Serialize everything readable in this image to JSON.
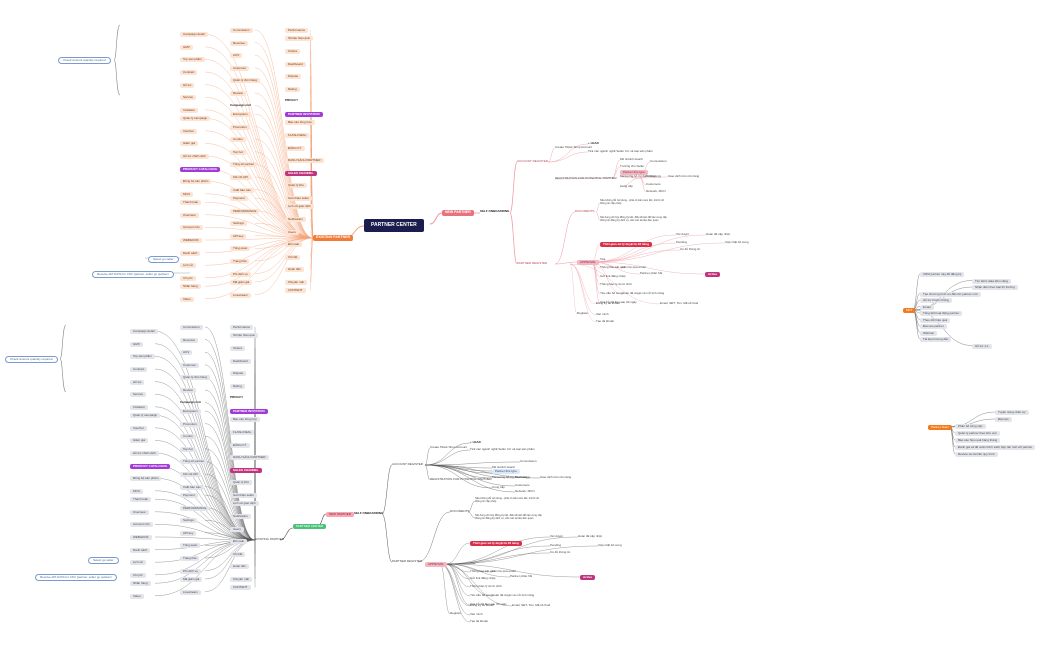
{
  "center": {
    "label": "PARTNER CENTER"
  },
  "colors": {
    "center_bg": "#1b1d4e",
    "existing": "#f47a3a",
    "new_partner": "#e8727e",
    "alt_root": "#4cc17a",
    "marketing_orange": "#f47a1e",
    "lines_orange": "#f5a37a",
    "lines_pink": "#ee97a3",
    "lines_gray": "#555555"
  },
  "top": {
    "existing_partner": "EXISTING PARTNER",
    "new_partner": "NEW PARTNER",
    "self_onboarding": "SELF ONBOARDING",
    "account_register": "ACCOUNT REGISTER",
    "partner_register": "PARTNER REGISTER",
    "account_items": [
      "Create Tiktok Shop Account",
      "+ LEAD",
      "Tick các ngành nghề Seller CC và loại sản phẩm",
      "REGISTRATION FOR POTENTIAL PARTNER",
      "Mô tả kinh doanh",
      "Trường cho Seller",
      "Partner this type",
      "Commission",
      "Marketing hỗ trợ bán hàng",
      "Technology",
      "Giao dịch trên nền tảng",
      "Cung cấp",
      "Customers",
      "Network, MCN"
    ],
    "documents": "DOCUMENTS",
    "doc_items": [
      "Nếu không đủ nội dung - phải có bản cam kết, trả lời về thông tin cấp phép",
      "Nội dung về hợp đồng ký kết, điều khoản đối tác cung cấp thông tin đăng ký dịch vụ, cần các tài liệu liên quan"
    ],
    "approval": "APPROVAL",
    "approval_items": [
      "Thời gian xử lý duyệt là 48 tiếng",
      "Xét duyệt",
      "Hoàn tất cập nhật",
      "Pending",
      "Có đủ thông tin",
      "Cập nhật bổ sung",
      "Xóa",
      "Thông báo kết quả",
      "Liên hệ qua email",
      "Gửi link đăng nhập",
      "Partner phản hồi",
      "Thông báo lý do từ chối",
      "Yêu cầu bổ sung",
      "Hoàn tất duyệt và mở tính năng",
      "Active",
      "Xóa bỏ dữ liệu sau 30 ngày"
    ],
    "register_items": [
      "Register",
      "Đăng ký tài khoản",
      "Tạo tài khoản",
      "Email, SĐT, Tên, Mã số thuế",
      "Xác minh"
    ],
    "existing_items": [
      "Performance",
      "Commission",
      "Campaign detail",
      "Số liệu hiệu quả",
      "Revenue",
      "GMV",
      "Orders",
      "AOV",
      "Top sản phẩm",
      "Dashboard",
      "Customer",
      "Contract",
      "Dispute",
      "Quản lý đơn hàng",
      "Hỗ trợ",
      "Rating",
      "Review",
      "Service",
      "PRIVACY",
      "Campaign mới",
      "Invitation",
      "PARTNER INVITATION",
      "Ecosystem",
      "Quản lý campaign",
      "Báo cáo tổng hợp",
      "Promotion",
      "Voucher",
      "FLASH DEAL",
      "Combo",
      "Giảm giá",
      "ĐĂNG KÝ",
      "Top hot",
      "Hỗ trợ chiến dịch",
      "DANH SÁCH PARTNER",
      "Tổng số partner",
      "PRODUCT CATALOGUE",
      "SALES CHANNEL",
      "Kết nối API",
      "Đồng bộ sản phẩm",
      "Quản lý kho",
      "Xuất báo cáo",
      "MCN",
      "Giới thiệu seller",
      "Payment",
      "Thanh toán",
      "Lịch sử giao dịch",
      "PERFORMANCE",
      "Overview",
      "Notification",
      "Settings",
      "Account info",
      "Users",
      "API key",
      "WEBHOOK",
      "Đối soát",
      "Tổng quan",
      "Danh sách",
      "Chi tiết",
      "Trạng thái",
      "Lịch sử",
      "Hoàn tiền",
      "Phí dịch vụ",
      "Chi phí",
      "Khuyến mãi",
      "Mã giảm giá",
      "Nhãn hàng",
      "CONTENT",
      "Livestream",
      "Video"
    ],
    "check_label": "Check amount quantity required",
    "receive_label": "Receive API DATA for CSV (partner, seller go quicker)",
    "seller_label": "Select go seller"
  },
  "marketing": {
    "root": "MKT",
    "items": [
      "CRM partner này để đăng ký",
      "Tìm kiếm data tiềm năng",
      "Nhận diện theo loại thị trường",
      "Tạo chương trình ưu đãi cho partner mới",
      "Hỗ trợ truyền thông",
      "Email",
      "Tổng kết hoạt động partner",
      "Theo dõi hiệu quả",
      "Đào tạo partner",
      "Webinar",
      "Tài liệu hướng dẫn",
      "Hỗ trợ 1-1"
    ]
  },
  "partner_team": {
    "root": "Partner Team",
    "items": [
      "Tuyển dụng nhân sự",
      "Đào tạo",
      "Phân bổ công việc",
      "Quản lý partner theo khu vực",
      "Báo cáo hiệu quả hàng tháng",
      "Đánh giá và đề xuất chính sách hợp tác mới với partner",
      "Review và cải tiến quy trình"
    ]
  },
  "bottom": {
    "root": "PARTNER CENTER",
    "existing_partner": "EXISTING PARTNER",
    "new_partner": "NEW PARTNER",
    "self_onboarding": "SELF ONBOARDING",
    "account_register": "ACCOUNT REGISTER",
    "partner_register": "PARTNER REGISTER",
    "approval": "APPROVAL",
    "documents": "DOCUMENTS"
  }
}
